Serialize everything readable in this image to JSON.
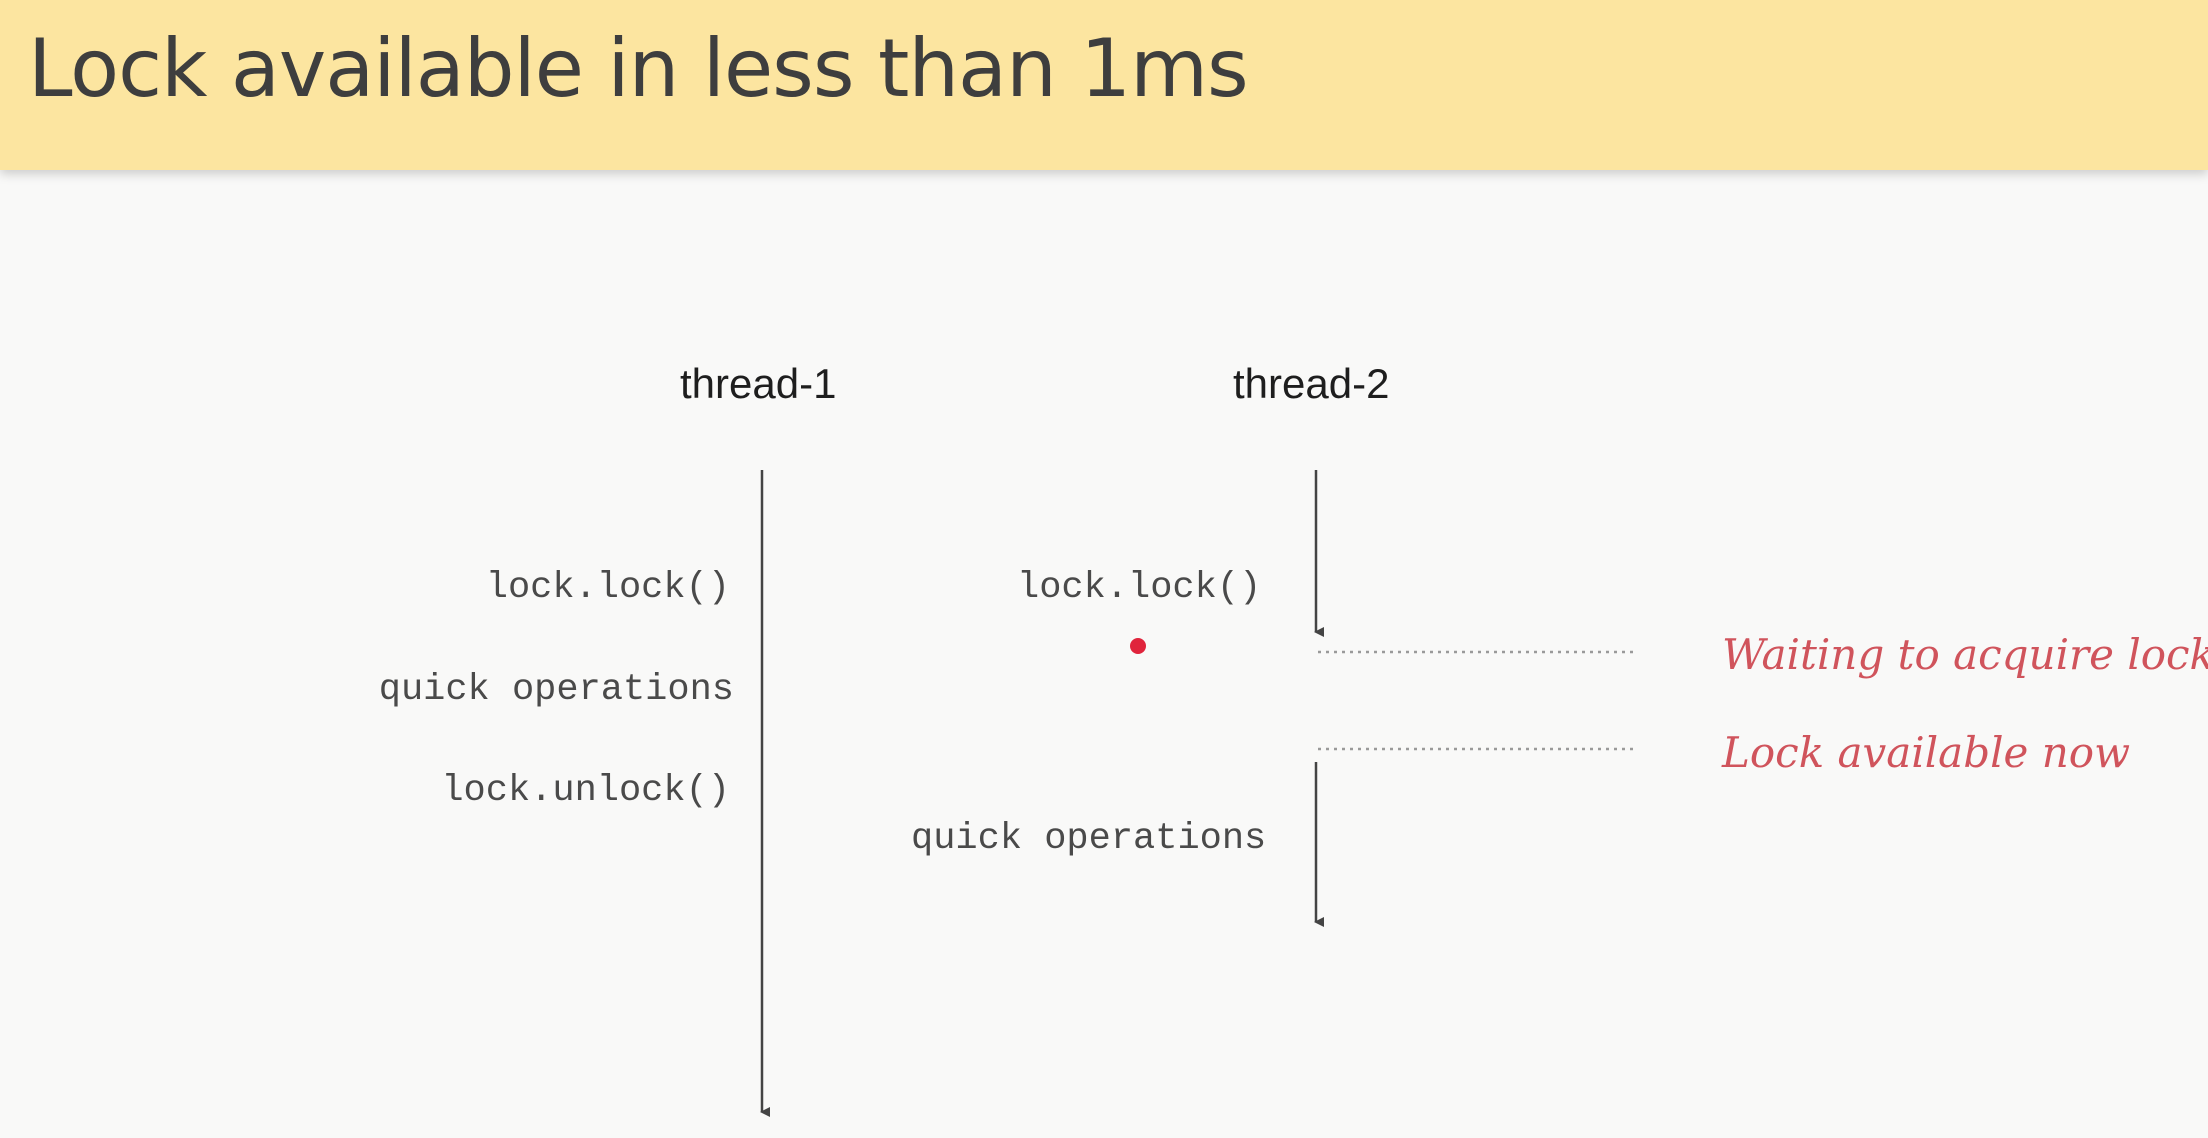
{
  "slide": {
    "title": "Lock available in less than 1ms"
  },
  "threads": [
    {
      "label": "thread-1",
      "steps": [
        "lock.lock()",
        "quick operations",
        "lock.unlock()"
      ]
    },
    {
      "label": "thread-2",
      "steps": [
        "lock.lock()",
        "quick operations"
      ]
    }
  ],
  "annotations": {
    "waiting": "Waiting to acquire lock",
    "available": "Lock available now"
  },
  "colors": {
    "header_bg": "#fce5a0",
    "annotation": "#d0545c",
    "pointer_dot": "#e0243c"
  }
}
